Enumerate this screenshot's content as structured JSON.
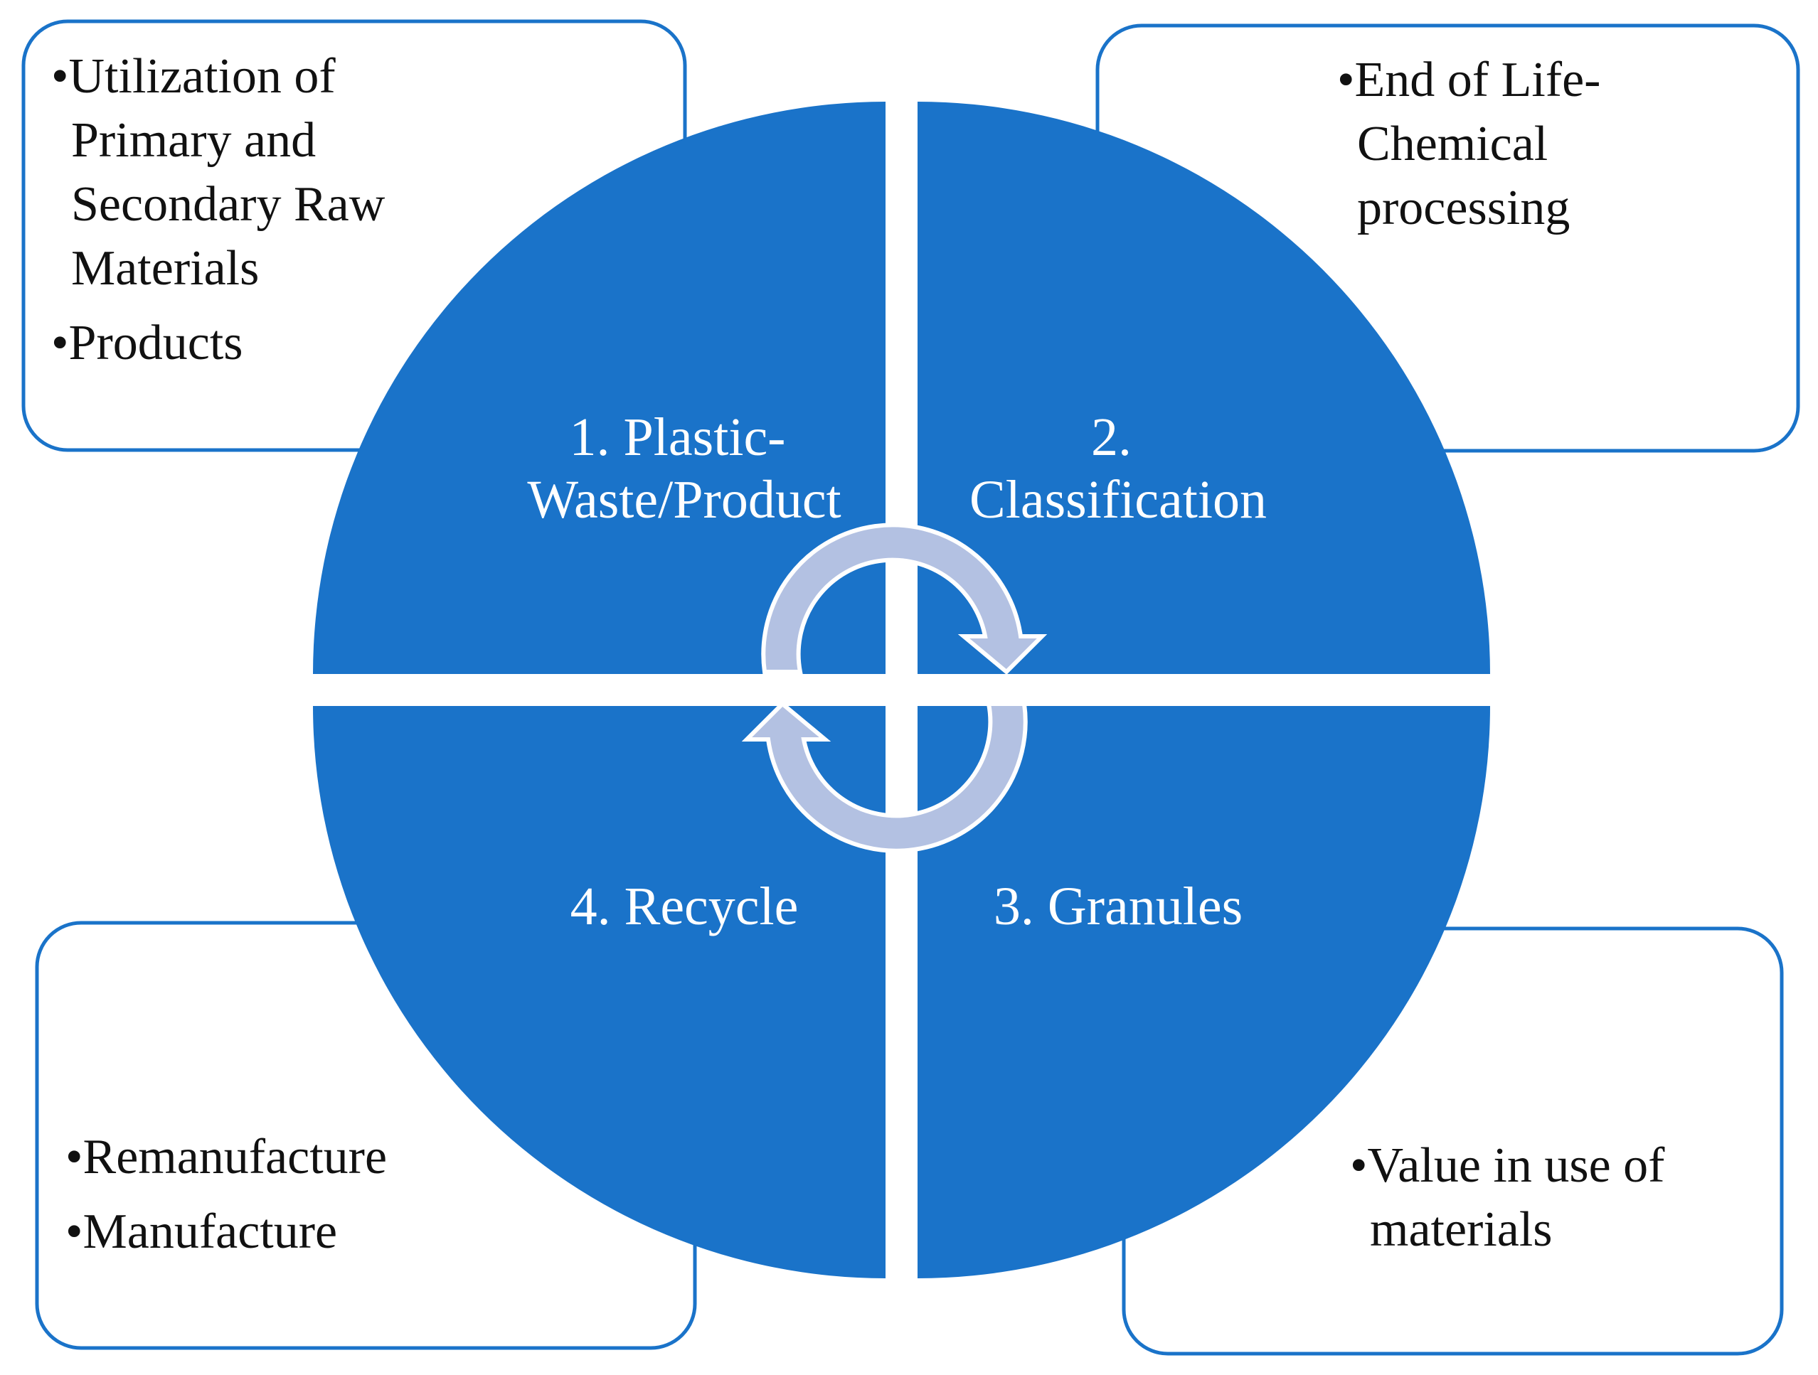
{
  "colors": {
    "quadrant_fill": "#1a73c9",
    "box_border": "#1a73c9",
    "cycle_arrow": "#b3c1e2",
    "note_text": "#111111",
    "quadrant_text": "#ffffff"
  },
  "quadrants": [
    {
      "lines": [
        "1. Plastic-",
        "Waste/Product"
      ]
    },
    {
      "lines": [
        "2.",
        "Classification"
      ]
    },
    {
      "lines": [
        "3. Granules"
      ]
    },
    {
      "lines": [
        "4. Recycle"
      ]
    }
  ],
  "notes": {
    "top_left": {
      "lines": [
        "•Utilization of",
        "Primary and",
        "Secondary Raw",
        "Materials",
        "•Products"
      ]
    },
    "top_right": {
      "lines": [
        "•End of Life-",
        "Chemical",
        "processing"
      ]
    },
    "bottom_left": {
      "lines": [
        "•Remanufacture",
        "•Manufacture"
      ]
    },
    "bottom_right": {
      "lines": [
        "•Value in use of",
        "materials"
      ]
    }
  },
  "icons": {
    "center": "circular-arrows-icon"
  }
}
